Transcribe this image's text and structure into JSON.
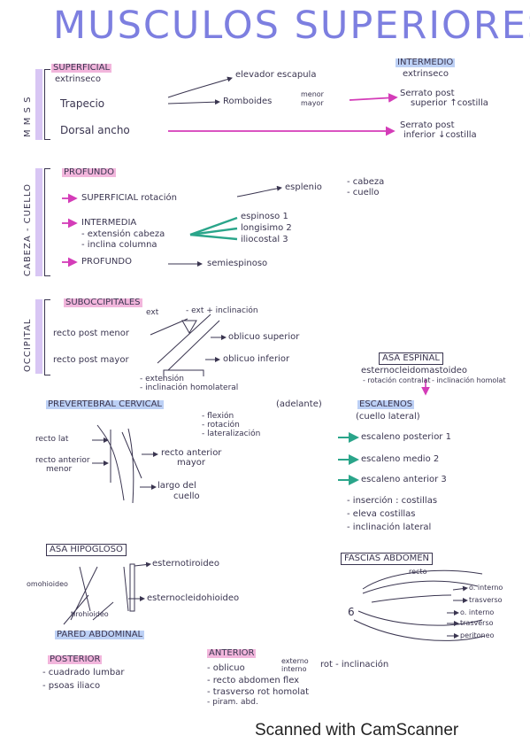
{
  "title": "MUSCULOS SUPERIORES",
  "vertical_labels": {
    "mmss": "M M S S",
    "cabeza_cuello": "CABEZA - CUELLO",
    "occipital": "OCCIPITAL"
  },
  "s1": {
    "superficial": "SUPERFICIAL",
    "extrinseco": "extrinseco",
    "intermedio": "INTERMEDIO",
    "extrinseco2": "extrinseco",
    "trapecio": "Trapecio",
    "dorsal": "Dorsal ancho",
    "elevador": "elevador escapula",
    "romboides": "Romboides",
    "menor": "menor",
    "mayor": "mayor",
    "serrato_post_sup_1": "Serrato post",
    "serrato_post_sup_2": "superior ↑costilla",
    "serrato_post_inf_1": "Serrato post",
    "serrato_post_inf_2": "inferior ↓costilla"
  },
  "s2": {
    "profundo": "PROFUNDO",
    "superficial": "SUPERFICIAL rotación",
    "esplenio": "esplenio",
    "cabeza": "- cabeza",
    "cuello": "- cuello",
    "intermedia": "INTERMEDIA",
    "ext_cabeza": "- extensión cabeza",
    "incl_columna": "- inclina columna",
    "espinoso": "espinoso 1",
    "longisimo": "longisimo 2",
    "iliocostal": "iliocostal 3",
    "profundo2": "PROFUNDO",
    "semiespinoso": "semiespinoso"
  },
  "s3": {
    "suboccipitales": "SUBOCCIPITALES",
    "ext1": "ext",
    "ext2": "- ext + inclinación",
    "recto_post_menor": "recto post menor",
    "recto_post_mayor": "recto post mayor",
    "obl_sup": "oblicuo superior",
    "obl_inf": "oblicuo inferior",
    "extension": "- extensión",
    "incl_homo": "- inclinación homolateral"
  },
  "s4": {
    "asa_espinal": "ASA ESPINAL",
    "ecm": "esternocleidomastoideo",
    "rot_contra": "- rotación contralat",
    "incl_homo": "- inclinación homolat"
  },
  "s5": {
    "prevert": "PREVERTEBRAL CERVICAL",
    "adelante": "(adelante)",
    "flexion": "- flexión",
    "rotacion": "- rotación",
    "lateral": "- lateralización",
    "recto_lat": "recto lat",
    "recto_ant_menor_1": "recto anterior",
    "recto_ant_menor_2": "menor",
    "recto_ant_mayor_1": "recto anterior",
    "recto_ant_mayor_2": "mayor",
    "largo_1": "largo del",
    "largo_2": "cuello"
  },
  "s6": {
    "escalenos": "ESCALENOS",
    "cuello_lateral": "(cuello lateral)",
    "posterior": "escaleno posterior 1",
    "medio": "escaleno medio 2",
    "anterior": "escaleno anterior 3",
    "insercion": "- inserción : costillas",
    "eleva": "- eleva costillas",
    "inclinacion": "- inclinación lateral"
  },
  "s7": {
    "asa_hipogloso": "ASA HIPOGLOSO",
    "esternotiroideo": "esternotiroideo",
    "omohioideo": "omohioideo",
    "esternocleido": "esternocleidohioideo",
    "tirohioideo": "tirohioideo"
  },
  "s8": {
    "fascias": "FASCIAS ABDOMEN",
    "recto": "recto",
    "o_interno": "o. interno",
    "trasverso": "trasverso",
    "o_interno2": "o. interno",
    "trasverso2": "trasverso",
    "peritoneo": "peritoneo",
    "num6": "6"
  },
  "s9": {
    "pared": "PARED ABDOMINAL",
    "posterior": "POSTERIOR",
    "cuadrado": "- cuadrado lumbar",
    "psoas": "- psoas iliaco",
    "anterior": "ANTERIOR",
    "oblicuo": "- oblicuo",
    "externo": "externo",
    "interno": "interno",
    "rot_incl": "rot - inclinación",
    "recto": "- recto abdomen flex",
    "trasverso": "- trasverso rot homolat",
    "piramidal": "- piram. abd."
  },
  "footer": "Scanned with CamScanner",
  "colors": {
    "title": "#7d7fe0",
    "pink_highlight": "#f2b6dc",
    "blue_highlight": "#bcd0f5",
    "teal_arrow": "#2aa58a",
    "magenta_arrow": "#d43cb8",
    "ink": "#3a3550"
  }
}
